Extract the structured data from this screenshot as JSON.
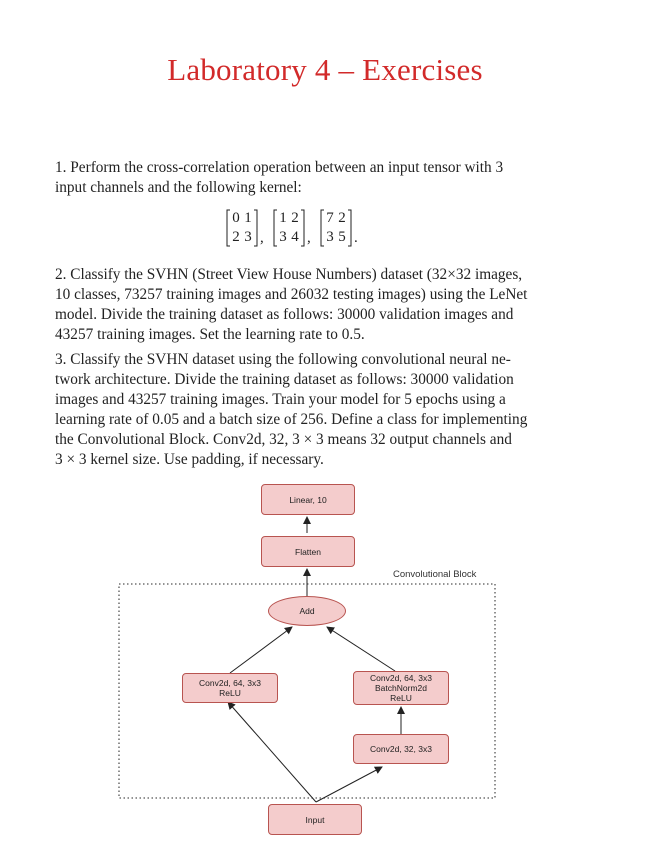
{
  "title": "Laboratory 4 – Exercises",
  "exercise1": {
    "lines": [
      "1. Perform the cross-correlation operation between an input tensor with 3",
      "input channels and the following kernel:"
    ],
    "matrices": [
      [
        [
          "0",
          "1"
        ],
        [
          "2",
          "3"
        ]
      ],
      [
        [
          "1",
          "2"
        ],
        [
          "3",
          "4"
        ]
      ],
      [
        [
          "7",
          "2"
        ],
        [
          "3",
          "5"
        ]
      ]
    ],
    "separators": [
      ",",
      ",",
      "."
    ]
  },
  "exercise2": {
    "lines": [
      "2. Classify the SVHN (Street View House Numbers) dataset (32×32 images,",
      "10 classes, 73257 training images and 26032 testing images) using the LeNet",
      "model. Divide the training dataset as follows: 30000 validation images and",
      "43257 training images. Set the learning rate to 0.5."
    ]
  },
  "exercise3": {
    "lines": [
      "3. Classify the SVHN dataset using the following convolutional neural ne-",
      "twork architecture. Divide the training dataset as follows: 30000 validation",
      "images and 43257 training images. Train your model for 5 epochs using a",
      "learning rate of 0.05 and a batch size of 256. Define a class for implementing",
      "the Convolutional Block. Conv2d, 32, 3 × 3 means 32 output channels and",
      "3 × 3 kernel size. Use padding, if necessary."
    ]
  },
  "diagram": {
    "block_label": "Convolutional Block",
    "nodes": {
      "linear": [
        "Linear, 10"
      ],
      "flatten": [
        "Flatten"
      ],
      "add": [
        "Add"
      ],
      "left_conv": [
        "Conv2d, 64, 3x3",
        "ReLU"
      ],
      "right_conv": [
        "Conv2d, 64, 3x3",
        "BatchNorm2d",
        "ReLU"
      ],
      "conv32": [
        "Conv2d, 32, 3x3"
      ],
      "input": [
        "Input"
      ]
    }
  }
}
